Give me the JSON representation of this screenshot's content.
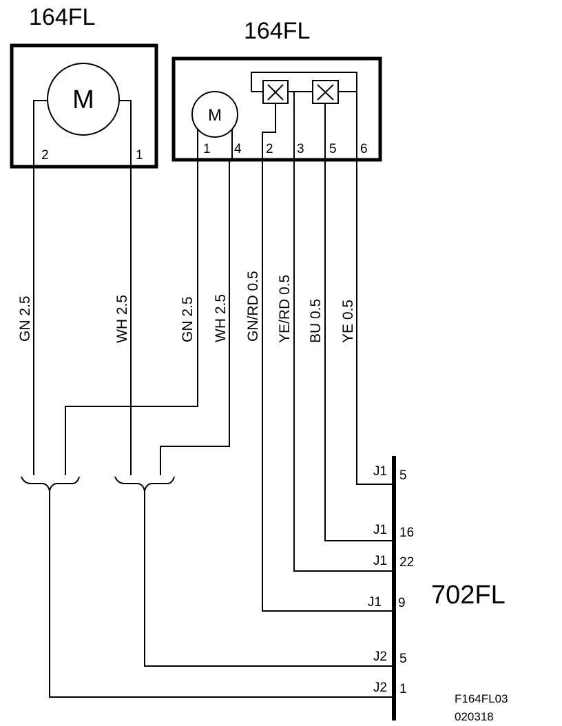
{
  "left_component": {
    "title": "164FL",
    "motor_label": "M",
    "pins": [
      "2",
      "1"
    ]
  },
  "right_component": {
    "title": "164FL",
    "motor_label": "M",
    "pins": [
      "1",
      "4",
      "2",
      "3",
      "5",
      "6"
    ]
  },
  "wires": [
    {
      "label": "GN  2.5"
    },
    {
      "label": "WH  2.5"
    },
    {
      "label": "GN  2.5"
    },
    {
      "label": "WH  2.5"
    },
    {
      "label": "GN/RD  0.5"
    },
    {
      "label": "YE/RD  0.5"
    },
    {
      "label": "BU  0.5"
    },
    {
      "label": "YE  0.5"
    }
  ],
  "connector": {
    "title": "702FL",
    "terminals": [
      {
        "connector": "J1",
        "pin": "5"
      },
      {
        "connector": "J1",
        "pin": "16"
      },
      {
        "connector": "J1",
        "pin": "22"
      },
      {
        "connector": "J1",
        "pin": "9"
      },
      {
        "connector": "J2",
        "pin": "5"
      },
      {
        "connector": "J2",
        "pin": "1"
      }
    ]
  },
  "reference": {
    "line1": "F164FL03",
    "line2": "020318"
  }
}
